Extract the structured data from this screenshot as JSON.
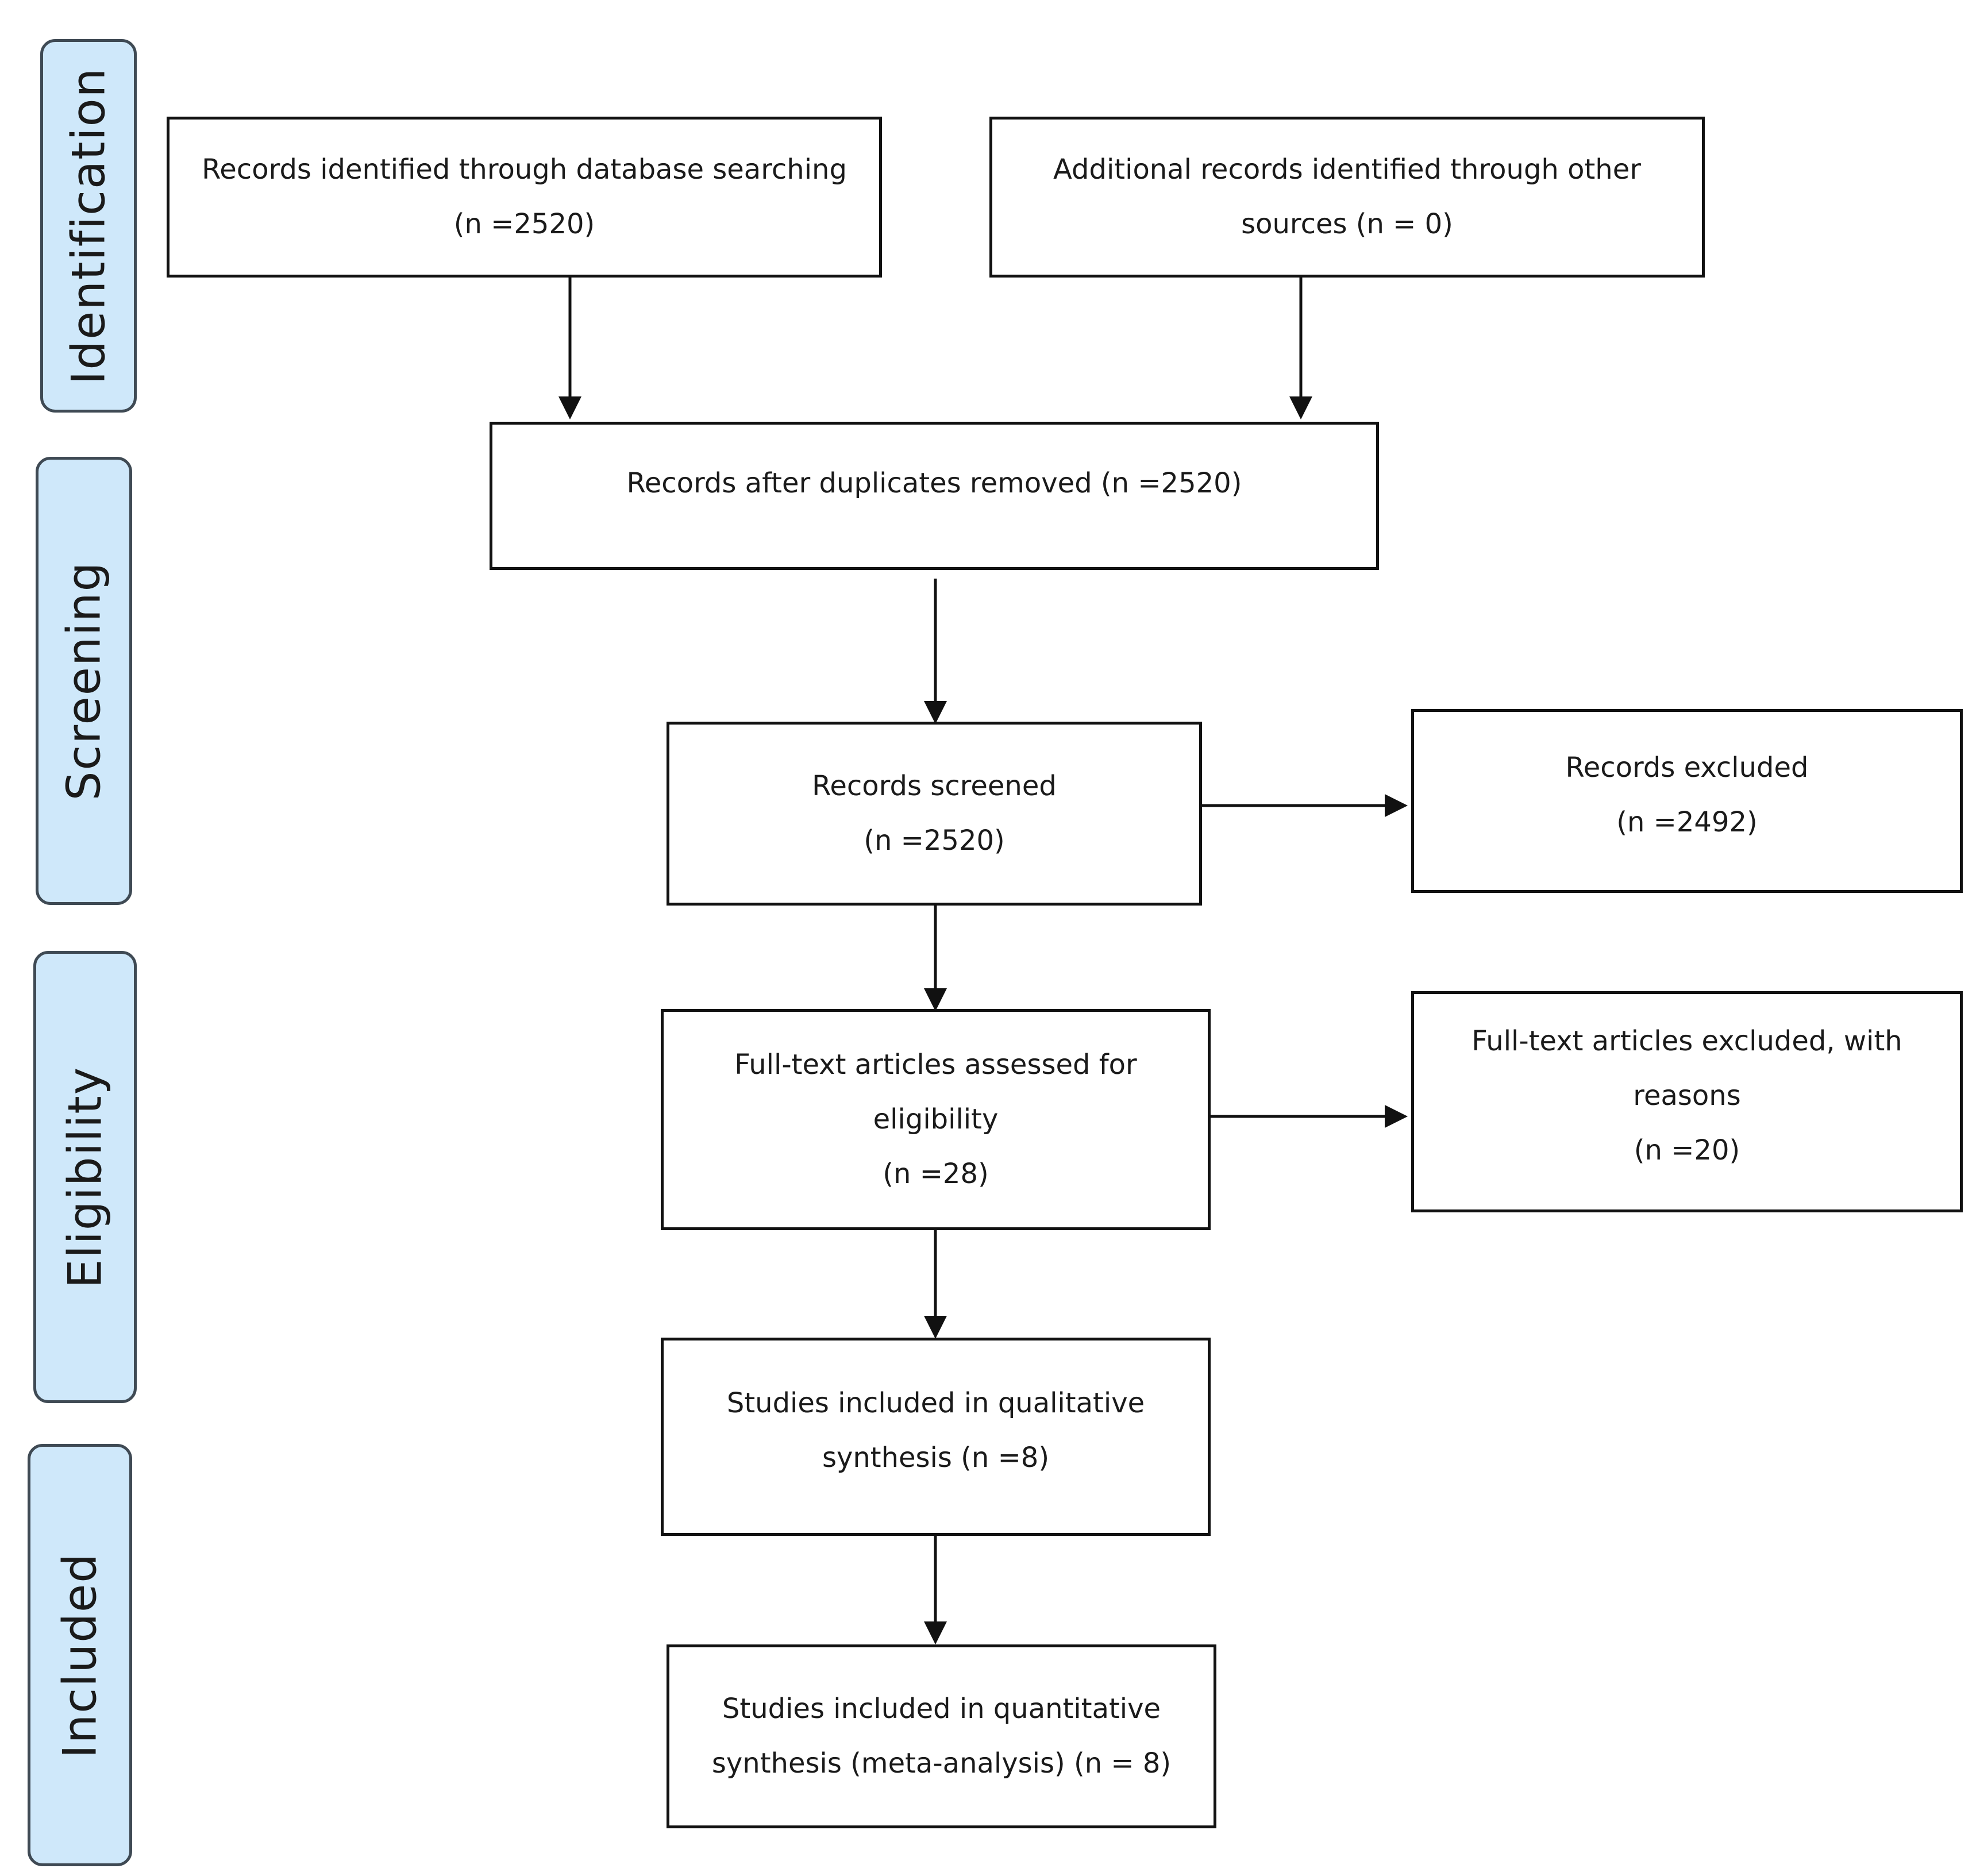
{
  "phases": {
    "identification": "Identification",
    "screening": "Screening",
    "eligibility": "Eligibility",
    "included": "Included"
  },
  "boxes": {
    "database_search": {
      "line1": "Records identified through database searching",
      "line2": "(n =2520)"
    },
    "other_sources": {
      "line1": "Additional records identified through other",
      "line2": "sources (n = 0)"
    },
    "duplicates_removed": {
      "line1": "Records after duplicates removed (n =2520)"
    },
    "records_screened": {
      "line1": "Records screened",
      "line2": "(n =2520)"
    },
    "records_excluded": {
      "line1": "Records excluded",
      "line2": "(n =2492)"
    },
    "fulltext_assessed": {
      "line1": "Full-text articles assessed for",
      "line2": "eligibility",
      "line3": "(n =28)"
    },
    "fulltext_excluded": {
      "line1": "Full-text articles excluded, with",
      "line2": "reasons",
      "line3": "(n =20)"
    },
    "qualitative": {
      "line1": "Studies included in qualitative",
      "line2": "synthesis (n =8)"
    },
    "quantitative": {
      "line1": "Studies included in quantitative",
      "line2": "synthesis (meta-analysis) (n = 8)"
    }
  },
  "colors": {
    "phase_fill": "#cfe8fa",
    "phase_border": "#3f4a54",
    "box_border": "#111111",
    "arrow": "#111111"
  }
}
